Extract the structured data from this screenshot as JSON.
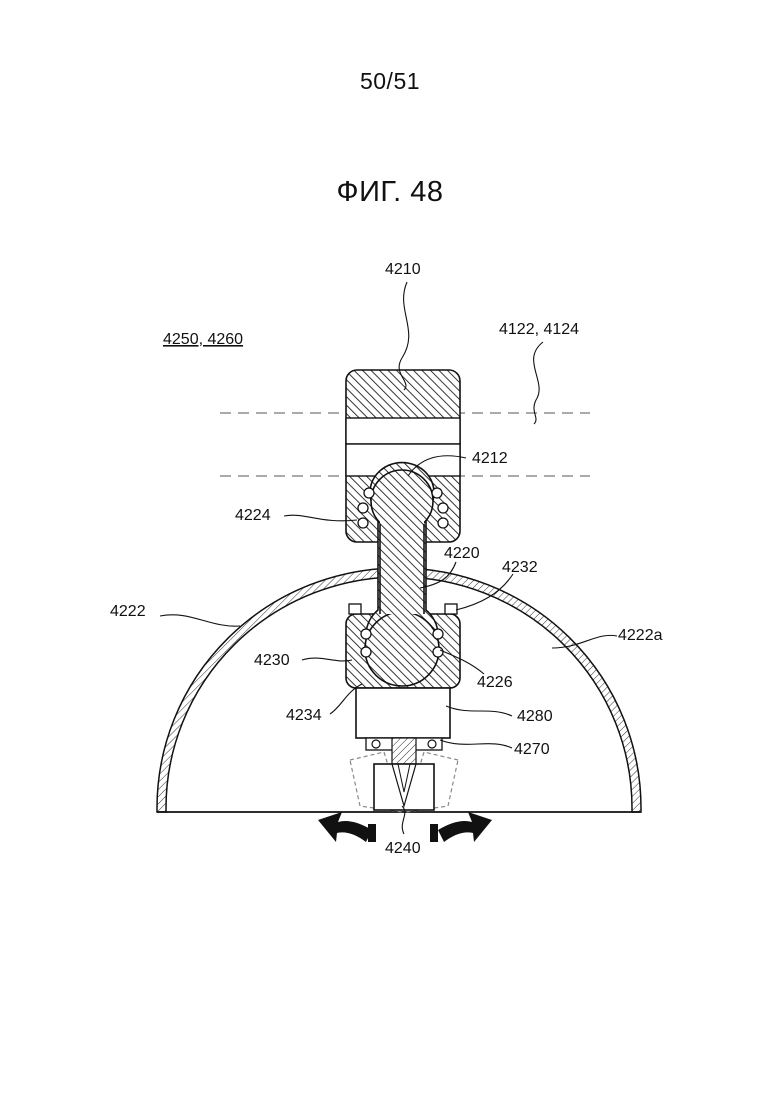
{
  "page": {
    "number": "50/51",
    "figure_title": "ФИГ. 48"
  },
  "labels": {
    "l4210": "4210",
    "l4250": "4250, 4260",
    "l4122": "4122, 4124",
    "l4212": "4212",
    "l4224": "4224",
    "l4220": "4220",
    "l4232": "4232",
    "l4222": "4222",
    "l4222a": "4222a",
    "l4230": "4230",
    "l4226": "4226",
    "l4234": "4234",
    "l4280": "4280",
    "l4270": "4270",
    "l4240": "4240"
  }
}
